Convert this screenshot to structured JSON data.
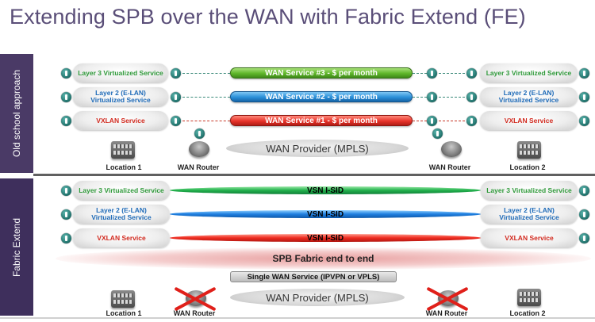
{
  "title": "Extending SPB over the WAN with Fabric Extend (FE)",
  "old_school": {
    "section_label": "Old school approach",
    "rows": [
      {
        "left": "Layer 3 Virtualized Service",
        "service": "WAN Service #3 - $ per month",
        "right": "Layer 3 Virtualized Service",
        "color": "#5fb52a"
      },
      {
        "left": "Layer 2 (E-LAN) Virtualized Service",
        "service": "WAN Service #2 - $ per month",
        "right": "Layer 2 (E-LAN) Virtualized Service",
        "color": "#2a8fd8"
      },
      {
        "left": "VXLAN Service",
        "service": "WAN Service #1 - $ per month",
        "right": "VXLAN Service",
        "color": "#e8332a"
      }
    ],
    "wan_provider": "WAN Provider (MPLS)",
    "location_left": "Location 1",
    "router_left": "WAN Router",
    "router_right": "WAN Router",
    "location_right": "Location 2"
  },
  "fabric_extend": {
    "section_label": "Fabric Extend",
    "rows": [
      {
        "left": "Layer 3 Virtualized Service",
        "service": "VSN I-SID",
        "right": "Layer 3 Virtualized Service",
        "color": "#22b14c"
      },
      {
        "left": "Layer 2 (E-LAN) Virtualized Service",
        "service": "VSN I-SID",
        "right": "Layer 2 (E-LAN) Virtualized Service",
        "color": "#1f7fe0"
      },
      {
        "left": "VXLAN Service",
        "service": "VSN I-SID",
        "right": "VXLAN Service",
        "color": "#ee2b1f"
      }
    ],
    "fabric_band": "SPB Fabric end to end",
    "single_wan": "Single WAN Service (IPVPN or VPLS)",
    "wan_provider": "WAN Provider (MPLS)",
    "location_left": "Location 1",
    "router_left": "WAN Router",
    "router_right": "WAN Router",
    "location_right": "Location 2"
  },
  "icons": {
    "connector": "service-connector-icon",
    "switch": "switch-icon",
    "router": "router-icon",
    "cross": "red-x-icon"
  }
}
